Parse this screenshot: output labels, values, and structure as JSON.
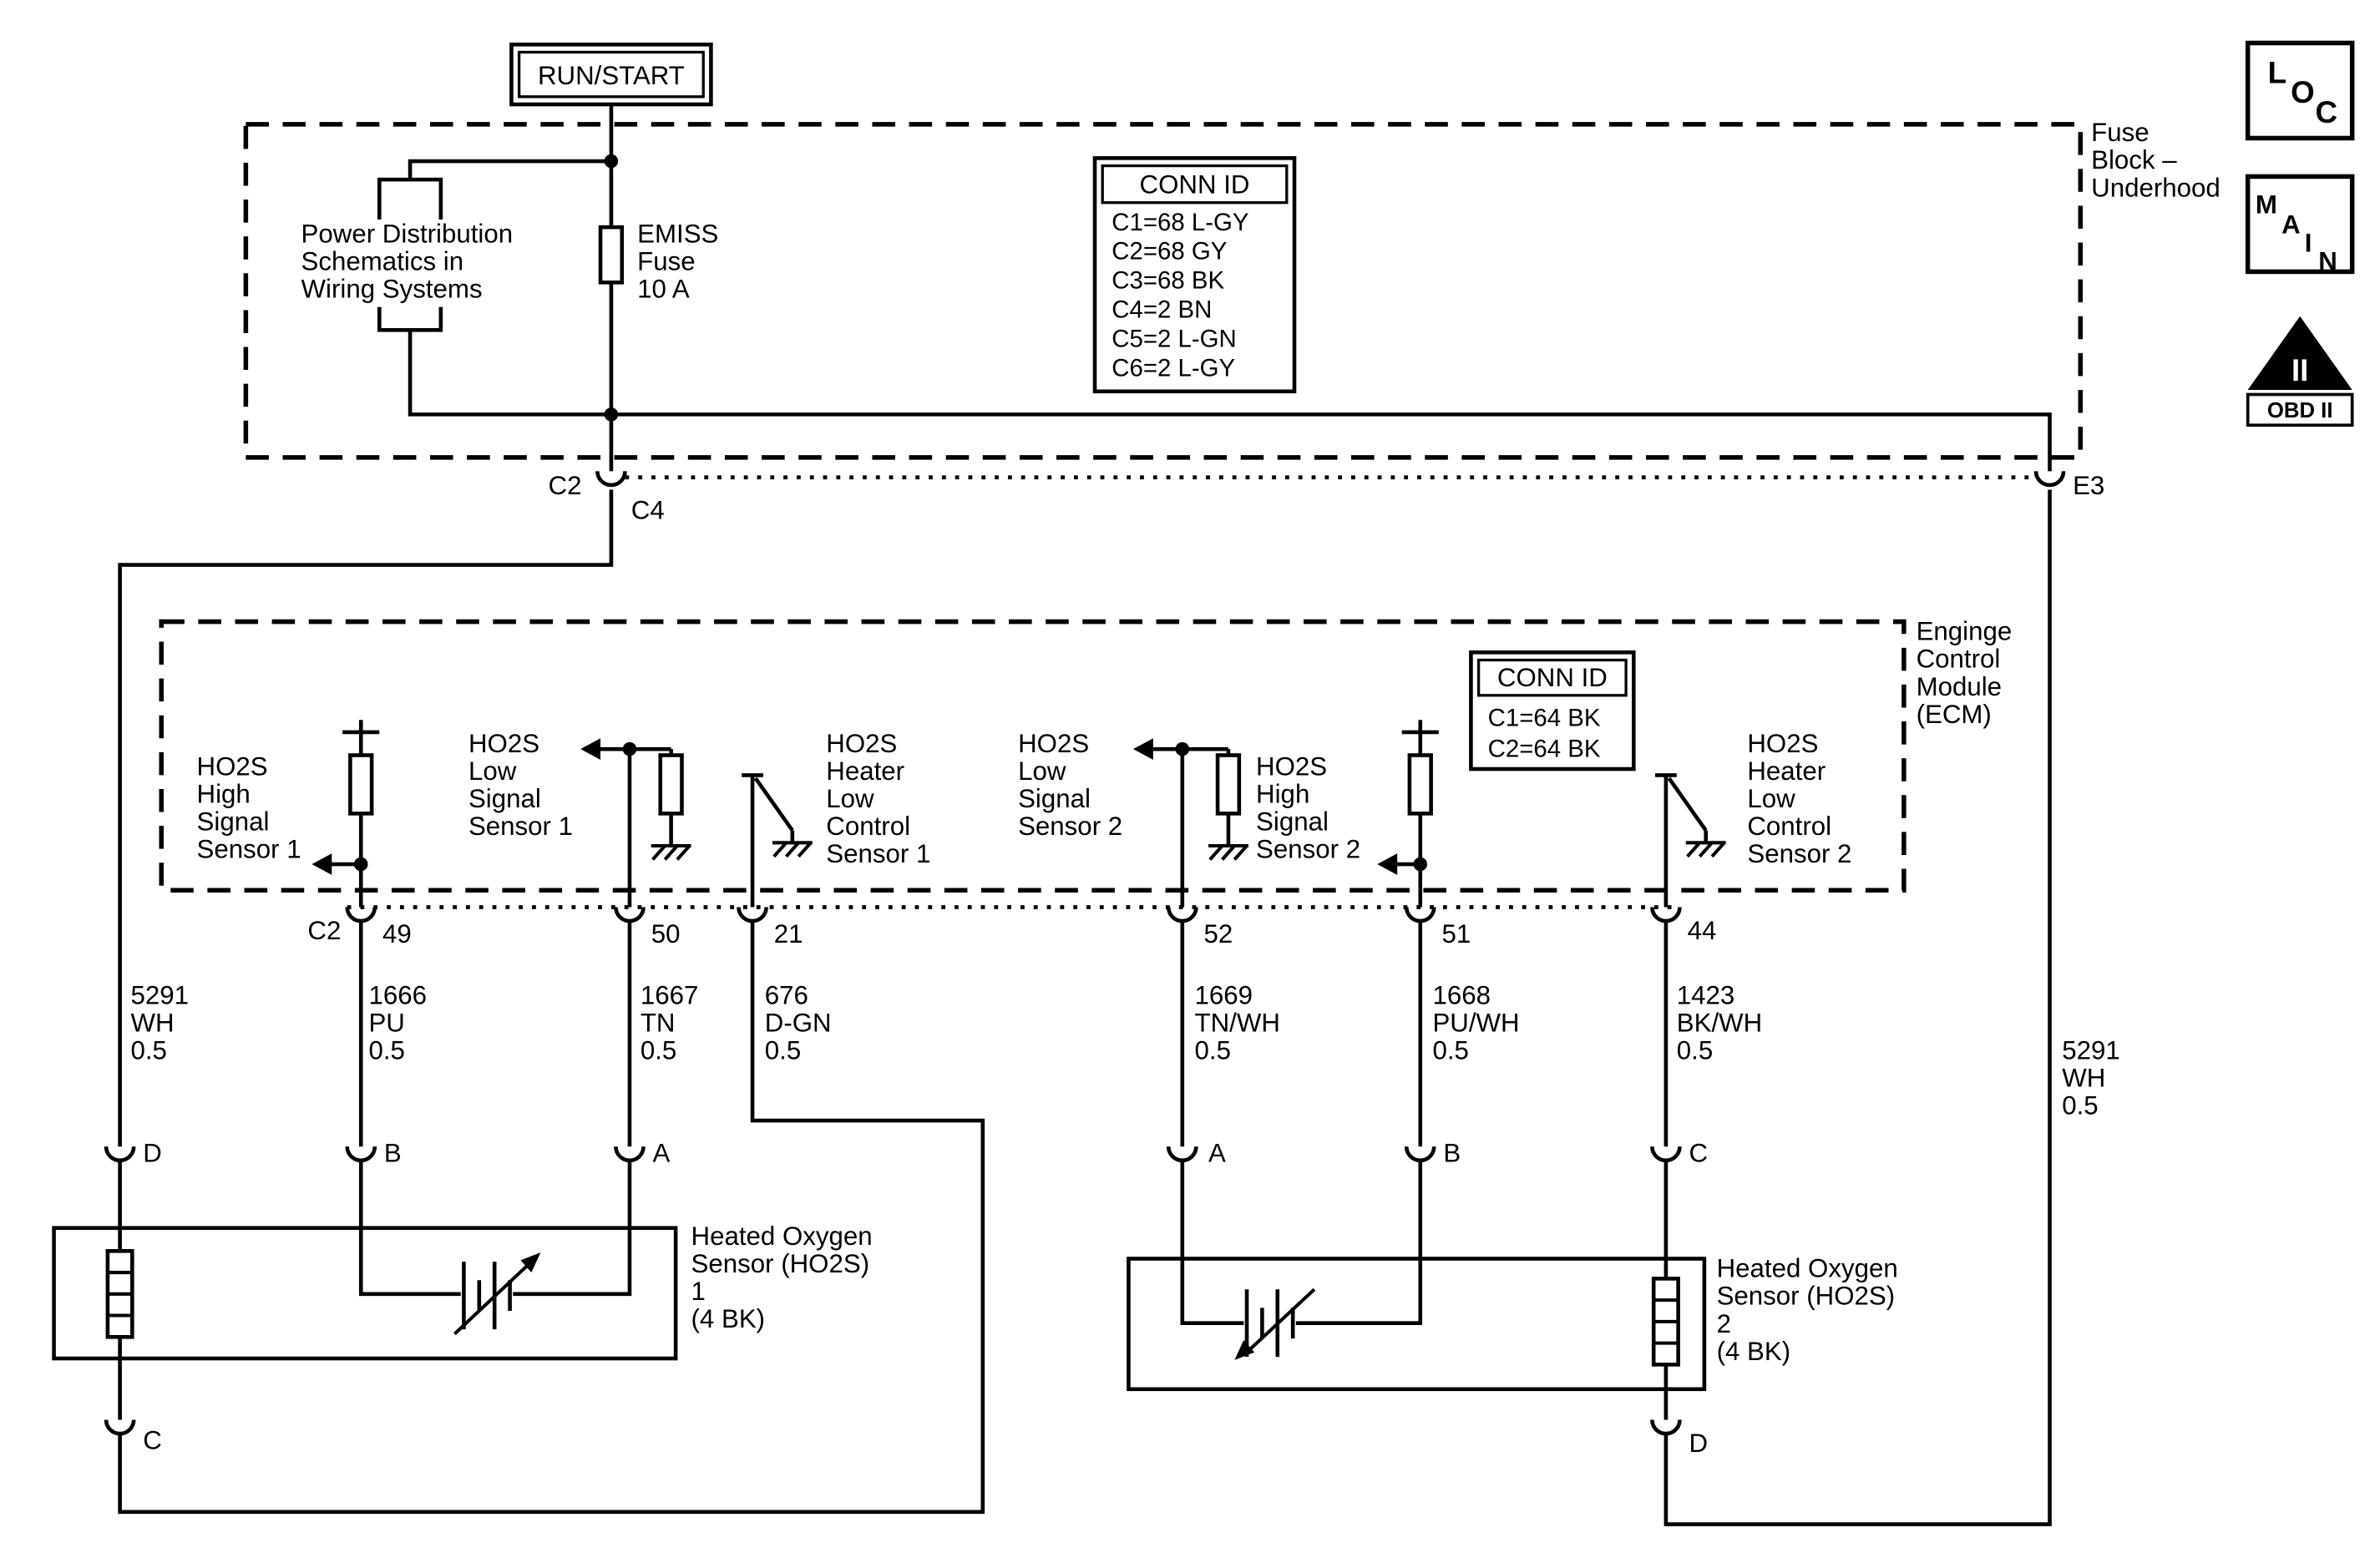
{
  "colors": {
    "line": "#000000",
    "background": "#ffffff"
  },
  "run_start": {
    "label": "RUN/START"
  },
  "fuse_block": {
    "name_lines": [
      "Fuse",
      "Block –",
      "Underhood"
    ],
    "power_dist_lines": [
      "Power Distribution",
      "Schematics in",
      "Wiring Systems"
    ],
    "fuse_lines": [
      "EMISS",
      "Fuse",
      "10 A"
    ],
    "conn_id": {
      "title": "CONN ID",
      "rows": [
        "C1=68 L-GY",
        "C2=68 GY",
        "C3=68 BK",
        "C4=2 BN",
        "C5=2 L-GN",
        "C6=2 L-GY"
      ]
    },
    "connectors": {
      "c2": "C2",
      "c4": "C4",
      "e3": "E3"
    }
  },
  "ecm": {
    "name_lines": [
      "Enginge",
      "Control",
      "Module",
      "(ECM)"
    ],
    "conn_id": {
      "title": "CONN ID",
      "rows": [
        "C1=64 BK",
        "C2=64 BK"
      ]
    },
    "branches": [
      {
        "label_lines": [
          "HO2S",
          "High",
          "Signal",
          "Sensor 1"
        ],
        "conn": "C2",
        "pin": "49"
      },
      {
        "label_lines": [
          "HO2S",
          "Low",
          "Signal",
          "Sensor 1"
        ],
        "pin": "50"
      },
      {
        "label_lines": [
          "HO2S",
          "Heater",
          "Low",
          "Control",
          "Sensor 1"
        ],
        "pin": "21"
      },
      {
        "label_lines": [
          "HO2S",
          "Low",
          "Signal",
          "Sensor 2"
        ],
        "pin": "52"
      },
      {
        "label_lines": [
          "HO2S",
          "High",
          "Signal",
          "Sensor 2"
        ],
        "pin": "51"
      },
      {
        "label_lines": [
          "HO2S",
          "Heater",
          "Low",
          "Control",
          "Sensor 2"
        ],
        "pin": "44"
      }
    ]
  },
  "wires": {
    "left_feed": [
      "5291",
      "WH",
      "0.5"
    ],
    "w1666": [
      "1666",
      "PU",
      "0.5"
    ],
    "w1667": [
      "1667",
      "TN",
      "0.5"
    ],
    "w676": [
      "676",
      "D-GN",
      "0.5"
    ],
    "w1669": [
      "1669",
      "TN/WH",
      "0.5"
    ],
    "w1668": [
      "1668",
      "PU/WH",
      "0.5"
    ],
    "w1423": [
      "1423",
      "BK/WH",
      "0.5"
    ],
    "right_feed": [
      "5291",
      "WH",
      "0.5"
    ]
  },
  "sensor1": {
    "pins": [
      "D",
      "B",
      "A",
      "C"
    ],
    "label_lines": [
      "Heated Oxygen",
      "Sensor (HO2S)",
      "1",
      "(4 BK)"
    ]
  },
  "sensor2": {
    "pins": [
      "A",
      "B",
      "C",
      "D"
    ],
    "label_lines": [
      "Heated Oxygen",
      "Sensor (HO2S)",
      "2",
      "(4 BK)"
    ]
  },
  "legend": {
    "loc_letters": [
      "L",
      "O",
      "C"
    ],
    "main_letters": [
      "M",
      "A",
      "I",
      "N"
    ],
    "obd_triangle": "II",
    "obd_label": "OBD II"
  }
}
